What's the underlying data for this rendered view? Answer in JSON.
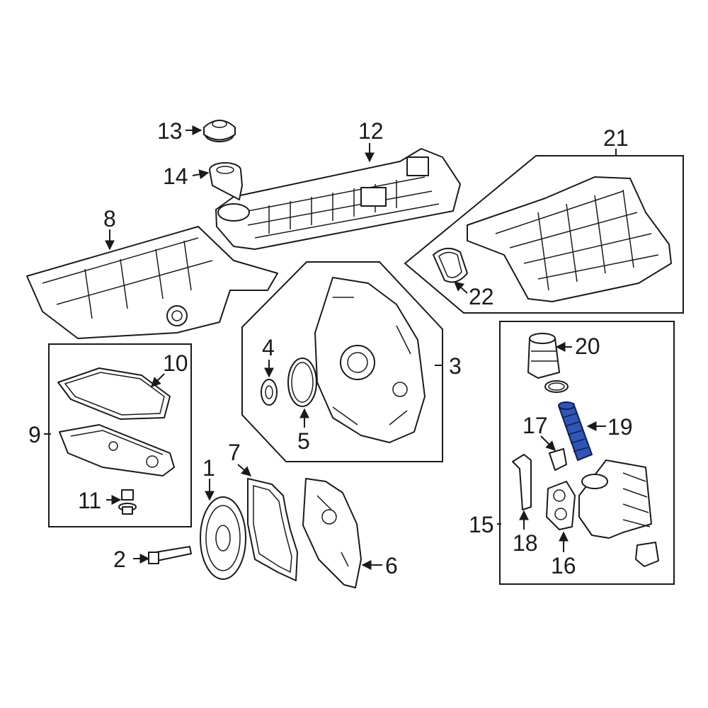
{
  "callouts": {
    "c1": "1",
    "c2": "2",
    "c3": "3",
    "c4": "4",
    "c5": "5",
    "c6": "6",
    "c7": "7",
    "c8": "8",
    "c9": "9",
    "c10": "10",
    "c11": "11",
    "c12": "12",
    "c13": "13",
    "c14": "14",
    "c15": "15",
    "c16": "16",
    "c17": "17",
    "c18": "18",
    "c19": "19",
    "c20": "20",
    "c21": "21",
    "c22": "22"
  },
  "colors": {
    "line": "#1a1a1a",
    "highlight_part": "#2f56b5",
    "background": "#ffffff"
  },
  "highlighted_part": "19"
}
